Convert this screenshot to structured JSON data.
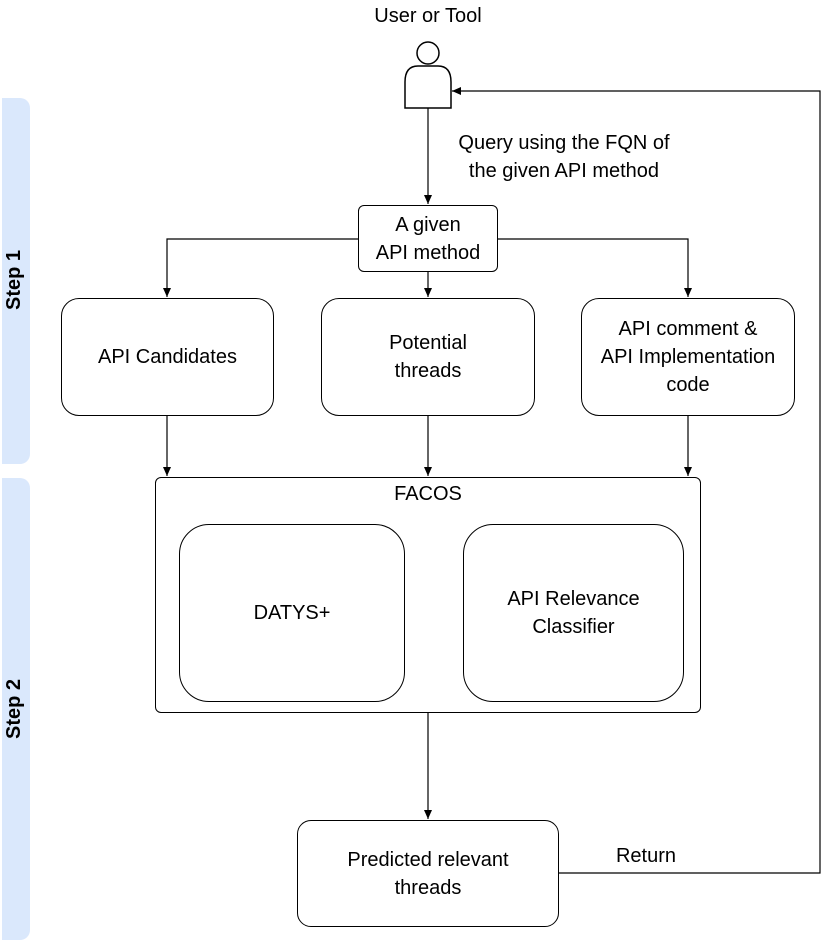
{
  "actor": {
    "label": "User or Tool"
  },
  "steps": [
    {
      "label": "Step 1"
    },
    {
      "label": "Step 2"
    }
  ],
  "edges": {
    "query_label": "Query using the FQN of\nthe given API method",
    "return_label": "Return"
  },
  "nodes": {
    "api_method": "A given\nAPI method",
    "api_candidates": "API Candidates",
    "potential_threads": "Potential\nthreads",
    "api_comment": "API comment &\nAPI Implementation\ncode",
    "facos": "FACOS",
    "datys": "DATYS+",
    "relevance_classifier": "API Relevance\nClassifier",
    "predicted_threads": "Predicted relevant\nthreads"
  },
  "colors": {
    "step_band": "#dae8fc",
    "stroke": "#000000"
  }
}
